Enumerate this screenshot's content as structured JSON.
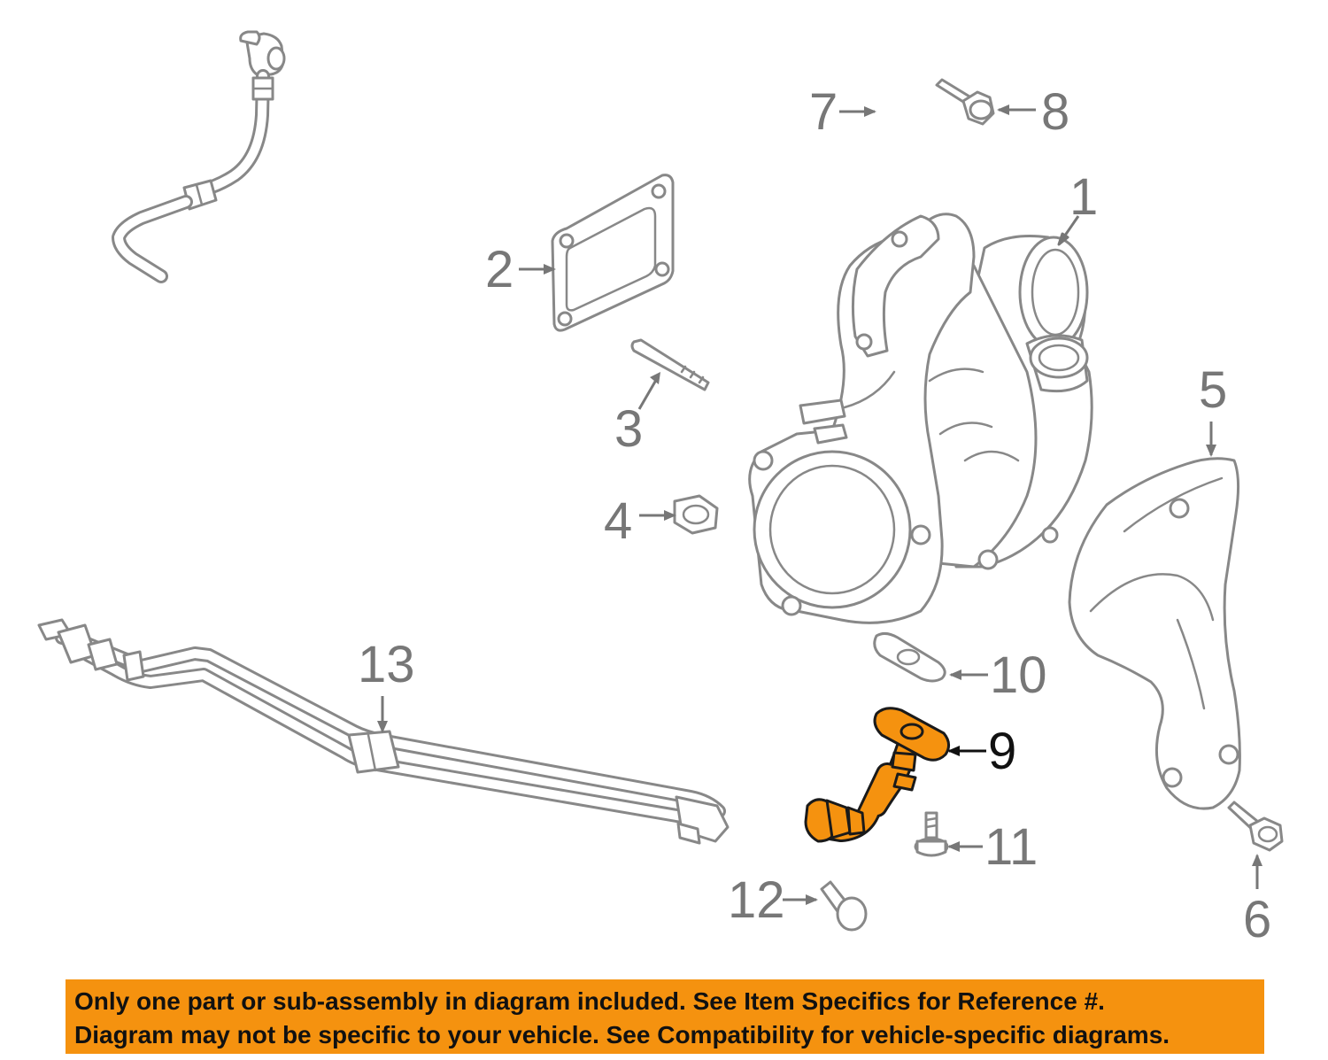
{
  "diagram": {
    "callouts": [
      {
        "id": "1",
        "label": "1"
      },
      {
        "id": "2",
        "label": "2"
      },
      {
        "id": "3",
        "label": "3"
      },
      {
        "id": "4",
        "label": "4"
      },
      {
        "id": "5",
        "label": "5"
      },
      {
        "id": "6",
        "label": "6"
      },
      {
        "id": "7",
        "label": "7"
      },
      {
        "id": "8",
        "label": "8"
      },
      {
        "id": "9",
        "label": "9",
        "highlighted": true
      },
      {
        "id": "10",
        "label": "10"
      },
      {
        "id": "11",
        "label": "11"
      },
      {
        "id": "12",
        "label": "12"
      },
      {
        "id": "13",
        "label": "13"
      }
    ],
    "highlight_color": "#f5920f",
    "line_color": "#888888"
  },
  "banner": {
    "line1": "Only one part or sub-assembly in diagram included. See Item Specifics for Reference #.",
    "line2": "Diagram may not be specific to your vehicle. See Compatibility for vehicle-specific diagrams.",
    "background": "#f5920f"
  }
}
